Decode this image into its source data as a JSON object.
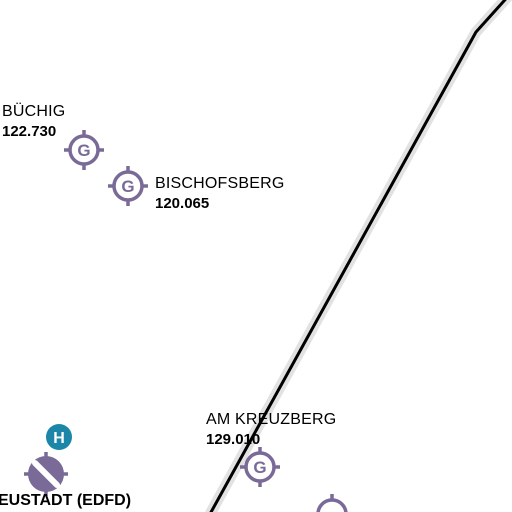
{
  "colors": {
    "background": "#ffffff",
    "route_line": "#000000",
    "route_halo": "#e2e2e2",
    "glider_symbol": "#7a6a98",
    "heliport_symbol": "#1b86a8",
    "airport_symbol": "#7a6a98"
  },
  "map": {
    "glider_sites": [
      {
        "name": "BÜCHIG",
        "frequency": "122.730",
        "icon": "glider-site-icon",
        "glyph": "G"
      },
      {
        "name": "BISCHOFSBERG",
        "frequency": "120.065",
        "icon": "glider-site-icon",
        "glyph": "G"
      },
      {
        "name": "AM KREUZBERG",
        "frequency": "129.010",
        "icon": "glider-site-icon",
        "glyph": "G"
      },
      {
        "name": "",
        "frequency": "",
        "icon": "glider-site-icon",
        "glyph": ""
      }
    ],
    "heliport": {
      "icon": "heliport-icon",
      "glyph": "H"
    },
    "airport": {
      "name": "EUSTADT (EDFD)",
      "icon": "airfield-icon"
    }
  }
}
